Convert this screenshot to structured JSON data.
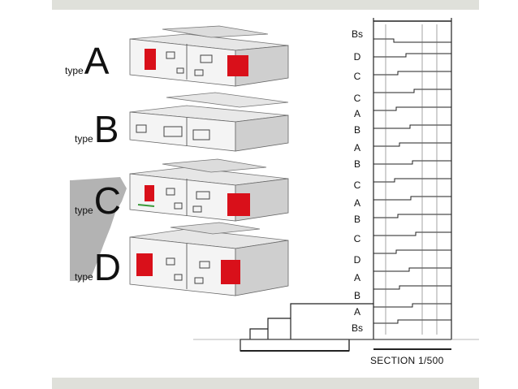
{
  "types": [
    {
      "prefix": "type",
      "letter": "A"
    },
    {
      "prefix": "type",
      "letter": "B"
    },
    {
      "prefix": "type",
      "letter": "C"
    },
    {
      "prefix": "type",
      "letter": "D"
    }
  ],
  "section": {
    "levels": [
      "Bs",
      "D",
      "C",
      "C",
      "A",
      "B",
      "A",
      "B",
      "C",
      "A",
      "B",
      "C",
      "D",
      "A",
      "B",
      "A",
      "Bs"
    ],
    "caption": "SECTION 1/500"
  },
  "colors": {
    "accent_red": "#d9101a",
    "wall_light": "#f2f2f2",
    "wall_shade": "#cfcfcf",
    "frame": "#dfe0da",
    "line": "#222222"
  }
}
